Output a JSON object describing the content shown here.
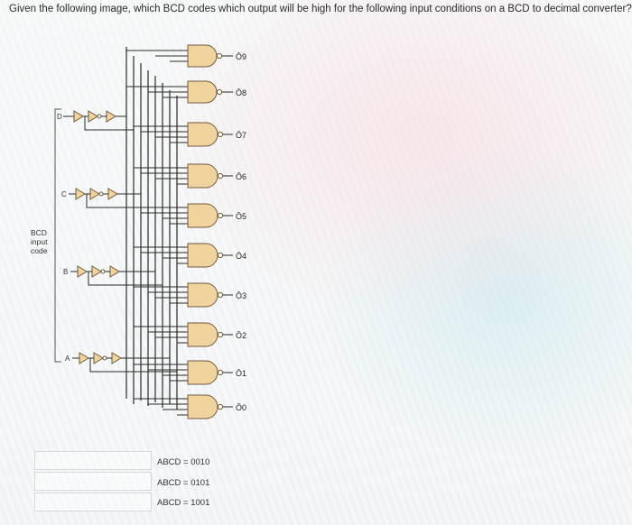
{
  "question": "Given the following image, which BCD codes which output will be high for the following input conditions on a BCD to decimal converter?",
  "diagram": {
    "group_label": [
      "BCD",
      "input",
      "code"
    ],
    "inputs": [
      "D",
      "C",
      "B",
      "A"
    ],
    "outputs": [
      "Ō9",
      "Ō8",
      "Ō7",
      "Ō6",
      "Ō5",
      "Ō4",
      "Ō3",
      "Ō2",
      "Ō1",
      "Ō0"
    ]
  },
  "options": [
    {
      "label": "ABCD = 0010"
    },
    {
      "label": "ABCD = 0101"
    },
    {
      "label": "ABCD = 1001"
    }
  ],
  "colors": {
    "gate_fill": "#f1d3a0",
    "gate_stroke": "#6f5a3a",
    "wire": "#2a2a2a"
  }
}
